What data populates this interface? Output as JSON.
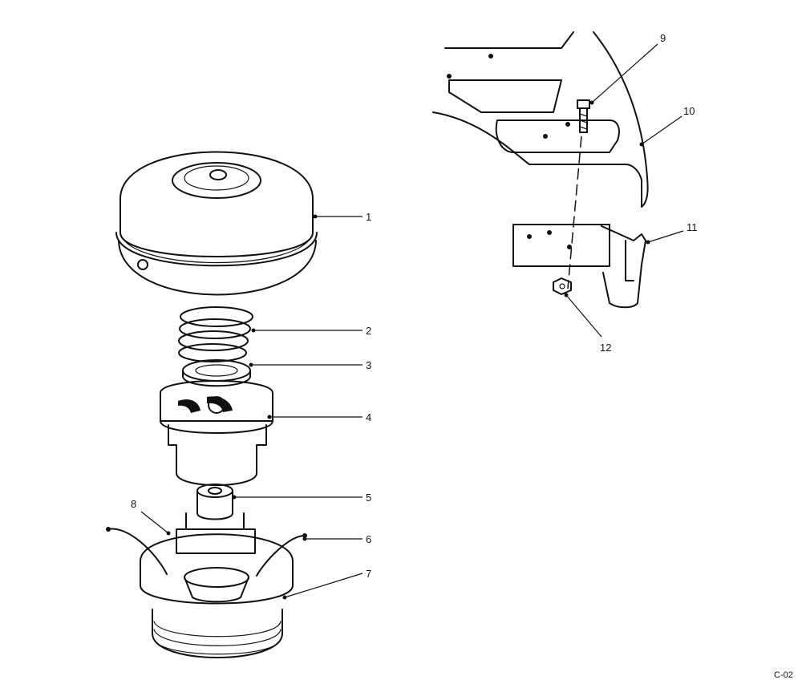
{
  "diagram": {
    "callouts": [
      {
        "id": "c1",
        "label": "1"
      },
      {
        "id": "c2",
        "label": "2"
      },
      {
        "id": "c3",
        "label": "3"
      },
      {
        "id": "c4",
        "label": "4"
      },
      {
        "id": "c5",
        "label": "5"
      },
      {
        "id": "c6",
        "label": "6"
      },
      {
        "id": "c7",
        "label": "7"
      },
      {
        "id": "c8",
        "label": "8"
      },
      {
        "id": "c9",
        "label": "9"
      },
      {
        "id": "c10",
        "label": "10"
      },
      {
        "id": "c11",
        "label": "11"
      },
      {
        "id": "c12",
        "label": "12"
      }
    ],
    "figure_code": "C-02"
  }
}
